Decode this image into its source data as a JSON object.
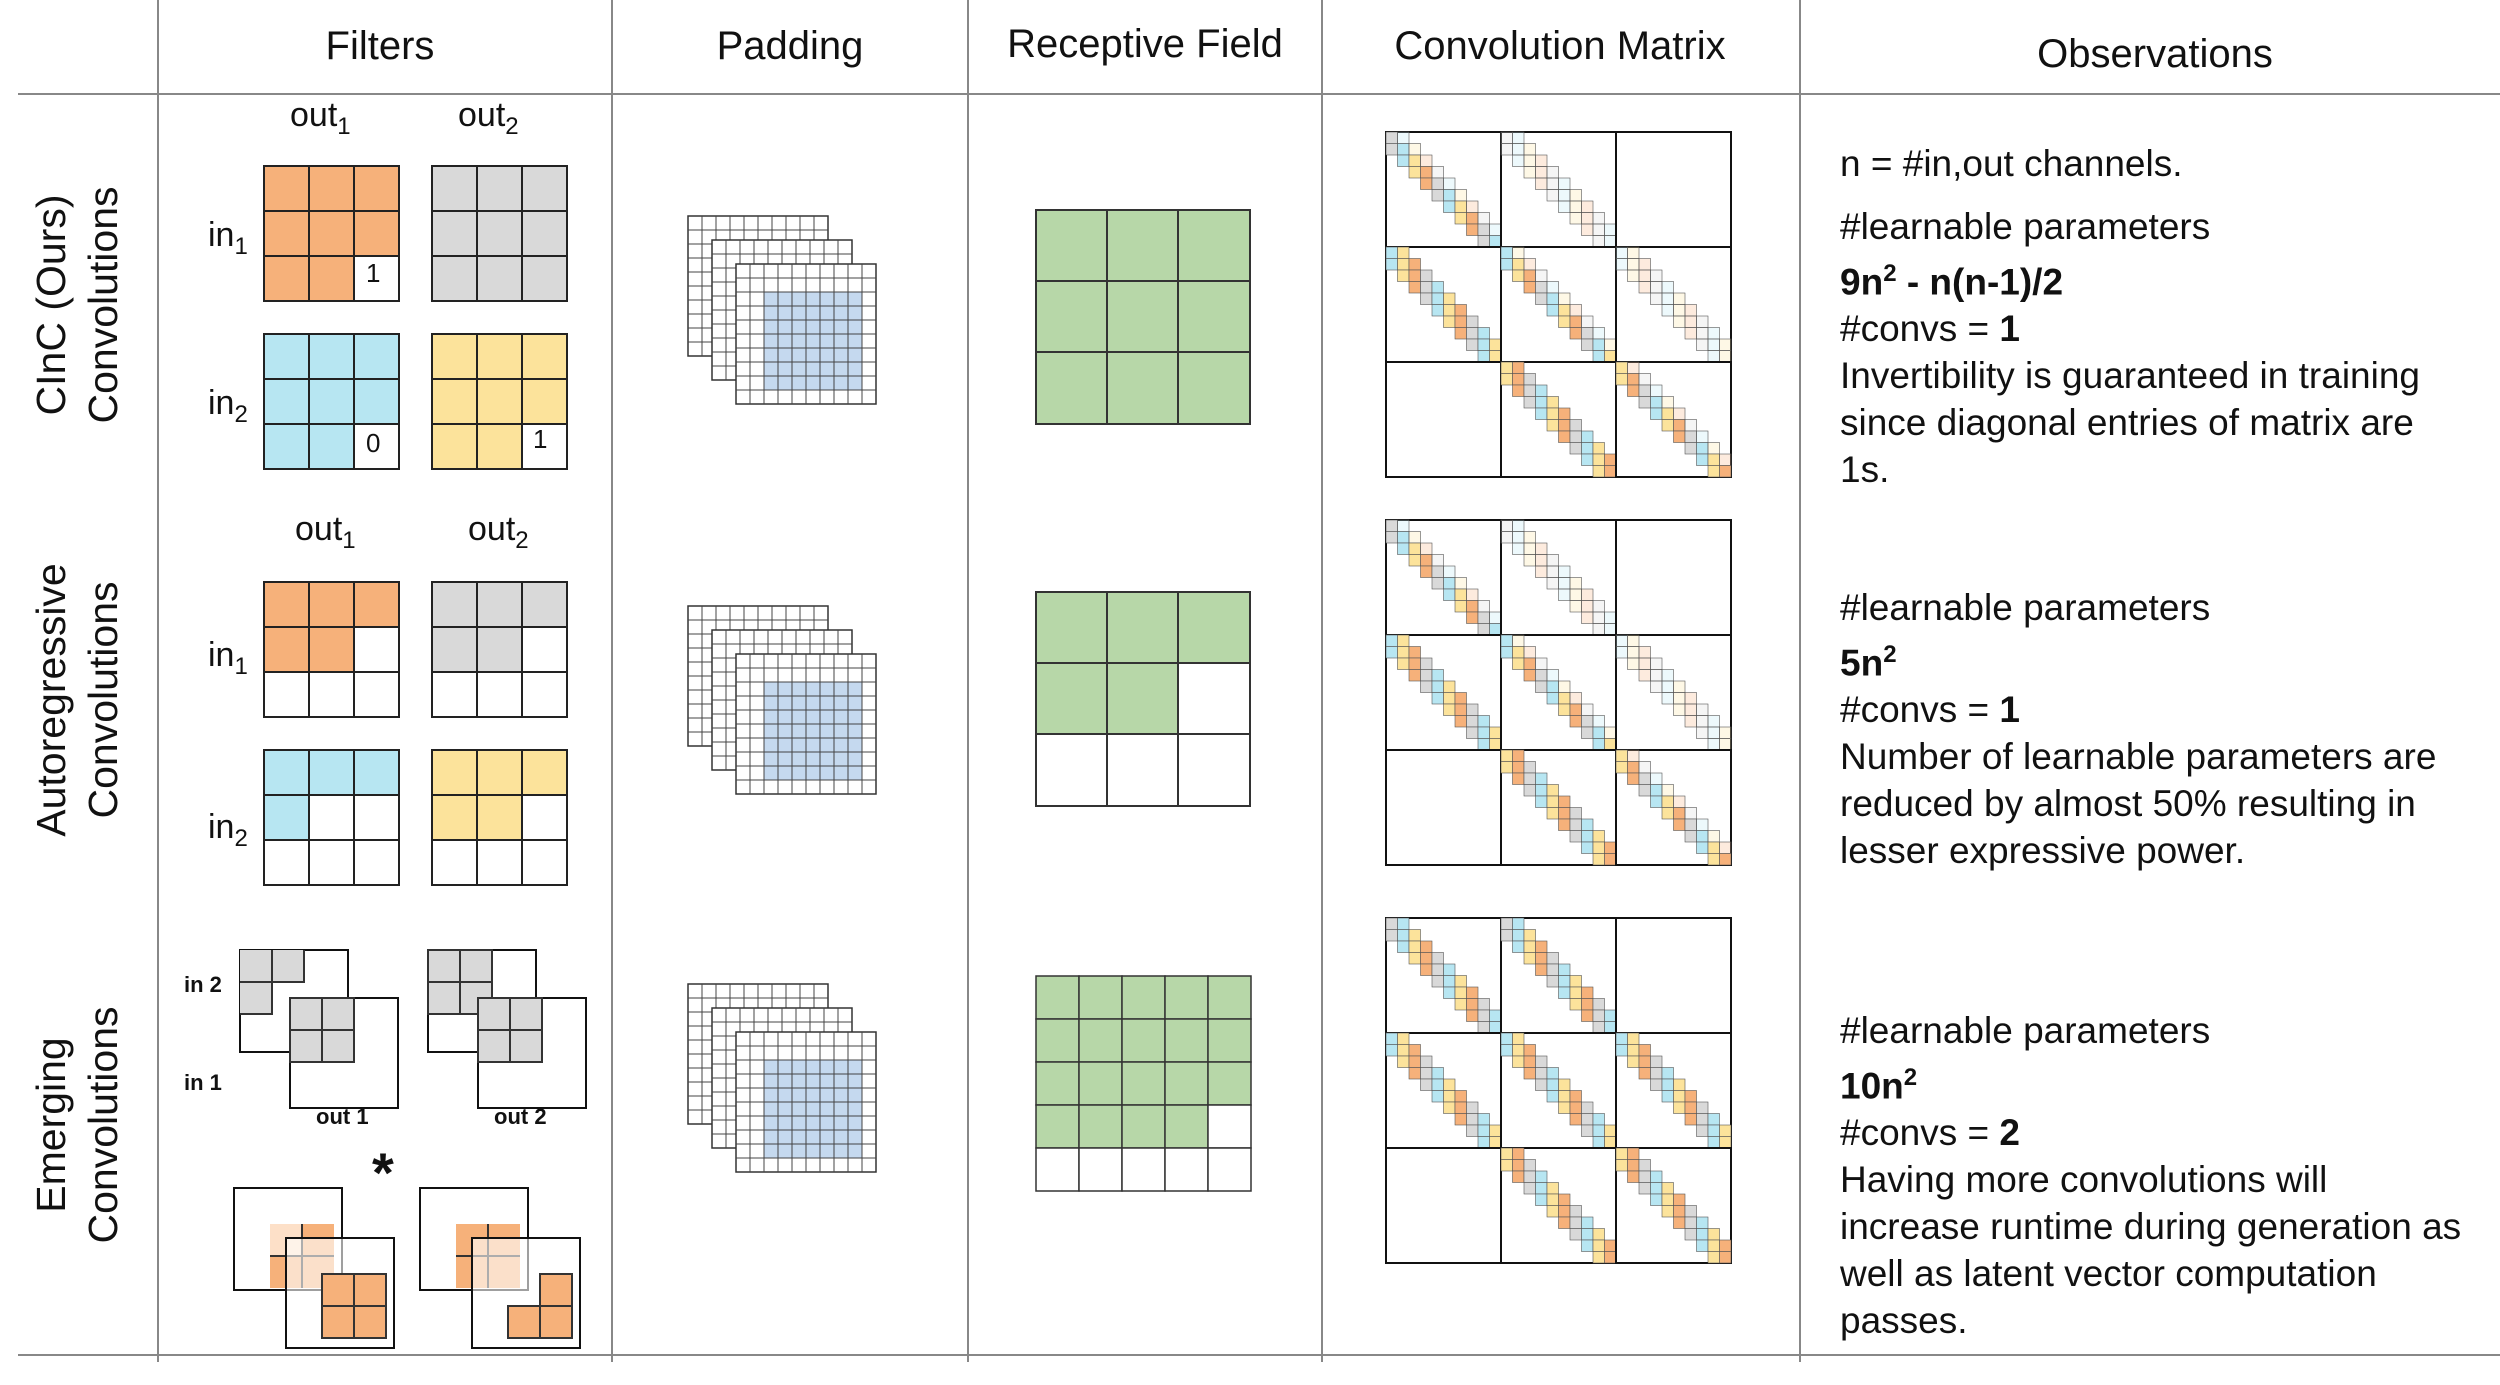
{
  "headers": {
    "filters": "Filters",
    "padding": "Padding",
    "receptive_field": "Receptive Field",
    "convolution_matrix": "Convolution Matrix",
    "observations": "Observations"
  },
  "rows": [
    {
      "label_line1": "CInC (Ours)",
      "label_line2": "Convolutions",
      "out1": "out",
      "out2": "out",
      "out_sub1": "1",
      "out_sub2": "2",
      "in1": "in",
      "in2": "in",
      "in_sub1": "1",
      "in_sub2": "2",
      "cell_val_a": "1",
      "cell_val_b": "0",
      "cell_val_c": "1",
      "obs_n": "n = #in,out channels.",
      "obs_params_label": "#learnable parameters",
      "obs_params_value": "9n",
      "obs_params_sup": "2",
      "obs_params_rest": " - n(n-1)/2",
      "obs_convs_label": "#convs = ",
      "obs_convs_value": "1",
      "obs_text": [
        "Invertibility is guaranteed in training",
        "since diagonal entries of matrix are",
        "1s."
      ]
    },
    {
      "label_line1": "Autoregressive",
      "label_line2": "Convolutions",
      "out1": "out",
      "out2": "out",
      "out_sub1": "1",
      "out_sub2": "2",
      "in1": "in",
      "in2": "in",
      "in_sub1": "1",
      "in_sub2": "2",
      "obs_params_label": "#learnable parameters",
      "obs_params_value": "5n",
      "obs_params_sup": "2",
      "obs_convs_label": "#convs = ",
      "obs_convs_value": "1",
      "obs_text": [
        "Number of learnable parameters are",
        "reduced by almost 50% resulting in",
        "lesser expressive power."
      ]
    },
    {
      "label_line1": "Emerging",
      "label_line2": "Convolutions",
      "in2": "in 2",
      "in1": "in 1",
      "out1": "out 1",
      "out2": "out 2",
      "star": "*",
      "obs_params_label": "#learnable parameters",
      "obs_params_value": "10n",
      "obs_params_sup": "2",
      "obs_convs_label": "#convs = ",
      "obs_convs_value": "2",
      "obs_text": [
        "Having more convolutions will",
        "increase runtime during generation as",
        "well as latent vector computation",
        "passes."
      ]
    }
  ],
  "colors": {
    "orange": "#f6b17a",
    "gray": "#d9d9d9",
    "cyan": "#b7e6f2",
    "yellow": "#fce39b",
    "green": "#b7d7a8",
    "blue_light": "#c5d9ef"
  }
}
